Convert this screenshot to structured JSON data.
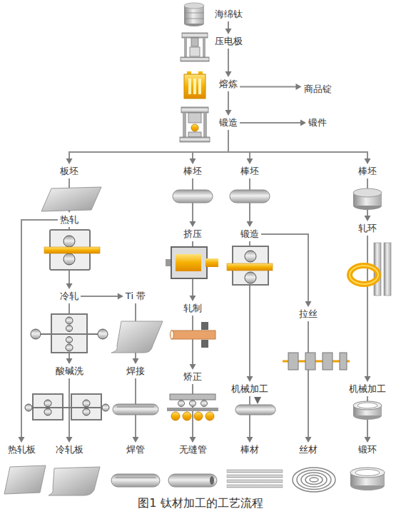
{
  "diagram": {
    "caption": "图1 钛材加工的工艺流程",
    "nodes": [
      {
        "text": [
          "海绵钛"
        ]
      },
      {
        "text": [
          "压电极"
        ]
      },
      {
        "text": [
          "熔炼"
        ]
      },
      {
        "text": [
          "商品锭"
        ]
      },
      {
        "text": [
          "锻造"
        ]
      },
      {
        "text": [
          "锻件"
        ]
      },
      {
        "text": [
          "板坯"
        ]
      },
      {
        "text": [
          "棒坯"
        ]
      },
      {
        "text": [
          "棒坯"
        ]
      },
      {
        "text": [
          "棒坯"
        ]
      },
      {
        "text": [
          "热轧"
        ]
      },
      {
        "text": [
          "挤压"
        ]
      },
      {
        "text": [
          "锻造"
        ]
      },
      {
        "text": [
          "轧环"
        ]
      },
      {
        "text": [
          "冷轧"
        ]
      },
      {
        "text": [
          "Ti 带"
        ]
      },
      {
        "text": [
          "轧制"
        ]
      },
      {
        "text": [
          "拉丝"
        ]
      },
      {
        "text": [
          "酸碱洗"
        ]
      },
      {
        "text": [
          "焊接"
        ]
      },
      {
        "text": [
          "矫正"
        ]
      },
      {
        "text": [
          "机械加工"
        ]
      },
      {
        "text": [
          "机械加工"
        ]
      },
      {
        "text": [
          "热轧板"
        ]
      },
      {
        "text": [
          "冷轧板"
        ]
      },
      {
        "text": [
          "焊管"
        ]
      },
      {
        "text": [
          "无缝管"
        ]
      },
      {
        "text": [
          "棒材"
        ]
      },
      {
        "text": [
          "丝材"
        ]
      },
      {
        "text": [
          "锻环"
        ]
      }
    ],
    "edges": [
      {
        "from": 0,
        "to": 1,
        "arrow": "to"
      },
      {
        "from": 1,
        "to": 2,
        "arrow": "to"
      },
      {
        "from": 2,
        "to": 3,
        "arrow": "to"
      },
      {
        "from": 2,
        "to": 4,
        "arrow": "to"
      },
      {
        "from": 4,
        "to": 5,
        "arrow": "to"
      },
      {
        "from": 4,
        "to": 6,
        "arrow": "to"
      },
      {
        "from": 4,
        "to": 7,
        "arrow": "to"
      },
      {
        "from": 4,
        "to": 8,
        "arrow": "to"
      },
      {
        "from": 4,
        "to": 9,
        "arrow": "to"
      },
      {
        "from": 6,
        "to": 10,
        "arrow": "to"
      },
      {
        "from": 10,
        "to": 14,
        "arrow": "to"
      },
      {
        "from": 10,
        "to": 23,
        "arrow": "to"
      },
      {
        "from": 14,
        "to": 15,
        "arrow": "to"
      },
      {
        "from": 14,
        "to": 18,
        "arrow": "to"
      },
      {
        "from": 15,
        "to": 19,
        "arrow": "to"
      },
      {
        "from": 18,
        "to": 24,
        "arrow": "to"
      },
      {
        "from": 19,
        "to": 25,
        "arrow": "to"
      },
      {
        "from": 7,
        "to": 11,
        "arrow": "to"
      },
      {
        "from": 11,
        "to": 16,
        "arrow": "to"
      },
      {
        "from": 16,
        "to": 20,
        "arrow": "to"
      },
      {
        "from": 20,
        "to": 26,
        "arrow": "to"
      },
      {
        "from": 8,
        "to": 12,
        "arrow": "to"
      },
      {
        "from": 12,
        "to": 21,
        "arrow": "to"
      },
      {
        "from": 12,
        "to": 17,
        "arrow": "to"
      },
      {
        "from": 21,
        "to": 27,
        "arrow": "to"
      },
      {
        "from": 17,
        "to": 28,
        "arrow": "to"
      },
      {
        "from": 9,
        "to": 13,
        "arrow": "to"
      },
      {
        "from": 13,
        "to": 22,
        "arrow": "to"
      },
      {
        "from": 22,
        "to": 29,
        "arrow": "to"
      }
    ]
  }
}
